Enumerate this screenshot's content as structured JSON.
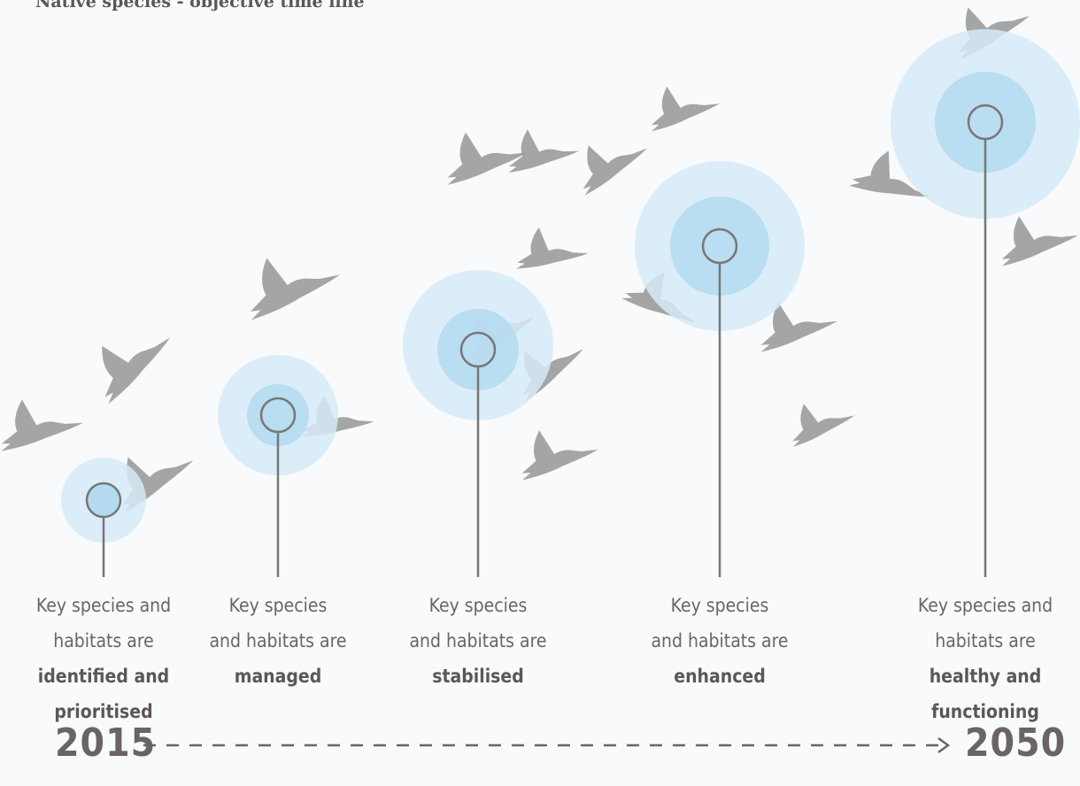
{
  "title": "Native species - objective time line",
  "timeline": {
    "start_year": "2015",
    "end_year": "2050"
  },
  "milestones": [
    {
      "line1": "Key species and",
      "line2": "habitats are",
      "state": "identified and prioritised"
    },
    {
      "line1": "Key species",
      "line2": "and habitats are",
      "state": "managed"
    },
    {
      "line1": "Key species",
      "line2": "and habitats are",
      "state": "stabilised"
    },
    {
      "line1": "Key species",
      "line2": "and habitats are",
      "state": "enhanced"
    },
    {
      "line1": "Key species and",
      "line2": "habitats are",
      "state": "healthy and functioning"
    }
  ],
  "colors": {
    "outer_halo": "#d6eaf7",
    "inner_halo": "#b5daf0",
    "marker_ring": "#777777",
    "stem": "#777777",
    "bird": "#999999",
    "text": "#6b6464",
    "text_bold": "#5c5656"
  }
}
